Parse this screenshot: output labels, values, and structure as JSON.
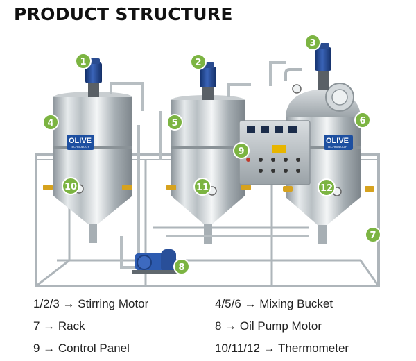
{
  "title": "PRODUCT STRUCTURE",
  "accent_color": "#7cb442",
  "brand": {
    "name": "OLIVE",
    "sub": "TECHNOLOGY"
  },
  "callouts": [
    "1",
    "2",
    "3",
    "4",
    "5",
    "6",
    "7",
    "8",
    "9",
    "10",
    "11",
    "12"
  ],
  "legend": [
    {
      "text": "1/2/3 → Stirring Motor"
    },
    {
      "text": "4/5/6 → Mixing Bucket"
    },
    {
      "text": "7 → Rack"
    },
    {
      "text": "8 → Oil Pump Motor"
    },
    {
      "text": "9 → Control Panel"
    },
    {
      "text": "10/11/12 → Thermometer"
    }
  ]
}
